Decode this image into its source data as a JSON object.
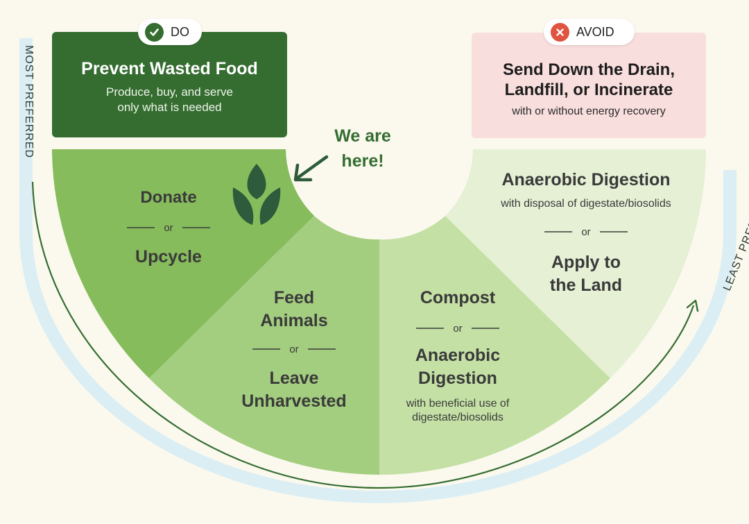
{
  "do_badge": {
    "label": "DO",
    "icon": "check-icon"
  },
  "avoid_badge": {
    "label": "AVOID",
    "icon": "x-icon"
  },
  "top_left_box": {
    "title": "Prevent Wasted Food",
    "subtitle_line1": "Produce, buy, and serve",
    "subtitle_line2": "only what is needed"
  },
  "top_right_box": {
    "title_line1": "Send Down the Drain,",
    "title_line2": "Landfill, or Incinerate",
    "subtitle": "with or without energy recovery"
  },
  "callout": {
    "line1": "We are",
    "line2": "here!"
  },
  "side_labels": {
    "left": "MOST PREFERRED",
    "right": "LEAST PREFERRED"
  },
  "separator_word": "or",
  "segments": [
    {
      "option_a": [
        "Donate"
      ],
      "option_b": [
        "Upcycle"
      ],
      "note": [],
      "icon": "sprout-icon"
    },
    {
      "option_a": [
        "Feed",
        "Animals"
      ],
      "option_b": [
        "Leave",
        "Unharvested"
      ],
      "note": []
    },
    {
      "option_a": [
        "Compost"
      ],
      "option_b": [
        "Anaerobic",
        "Digestion"
      ],
      "note": [
        "with beneficial use of",
        "digestate/biosolids"
      ]
    },
    {
      "option_a": [
        "Anaerobic Digestion"
      ],
      "option_a_note": "with disposal of digestate/biosolids",
      "option_b": [
        "Apply to",
        "the Land"
      ],
      "note": []
    }
  ],
  "colors": {
    "do_green": "#356d31",
    "avoid_red": "#e0533f",
    "avoid_bg": "#f8dedd",
    "segment_1": "#86bc5c",
    "segment_2": "#a3cd7f",
    "segment_3": "#c4e0a5",
    "segment_4": "#e5f0d5",
    "background": "#fbf9ee"
  }
}
